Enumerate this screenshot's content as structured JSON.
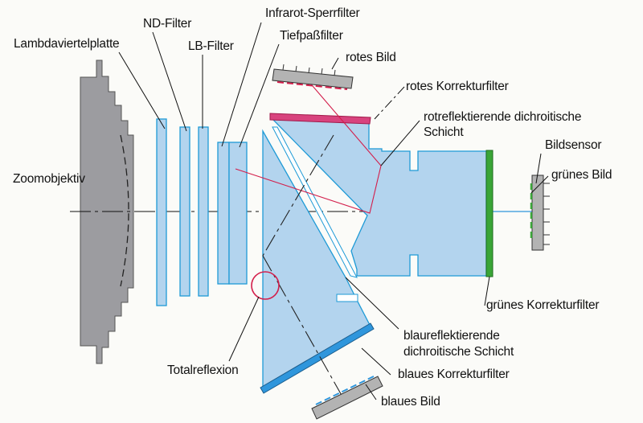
{
  "labels": {
    "lambdaviertelplatte": "Lambdaviertelplatte",
    "nd_filter": "ND-Filter",
    "lb_filter": "LB-Filter",
    "infrarot_sperrfilter": "Infrarot-Sperrfilter",
    "tiefpassfilter": "Tiefpaßfilter",
    "rotes_bild": "rotes Bild",
    "rotes_korrekturfilter": "rotes Korrekturfilter",
    "rotreflektierende_1": "rotreflektierende dichroitische",
    "rotreflektierende_2": "Schicht",
    "bildsensor": "Bildsensor",
    "gruenes_bild": "grünes Bild",
    "zoomobjektiv": "Zoomobjektiv",
    "totalreflexion": "Totalreflexion",
    "gruenes_korrekturfilter": "grünes Korrekturfilter",
    "blaureflektierende_1": "blaureflektierende",
    "blaureflektierende_2": "dichroitische Schicht",
    "blaues_korrekturfilter": "blaues Korrekturfilter",
    "blaues_bild": "blaues Bild"
  },
  "colors": {
    "background": "#fbfbf8",
    "prism_fill": "#b3d4ee",
    "prism_stroke": "#1e9ad6",
    "lens_fill": "#9c9ca0",
    "red": "#d31e4b",
    "red_filter": "#d8437e",
    "green": "#3aa537",
    "blue": "#2f96dc",
    "sensor": "#b3b3b3"
  }
}
